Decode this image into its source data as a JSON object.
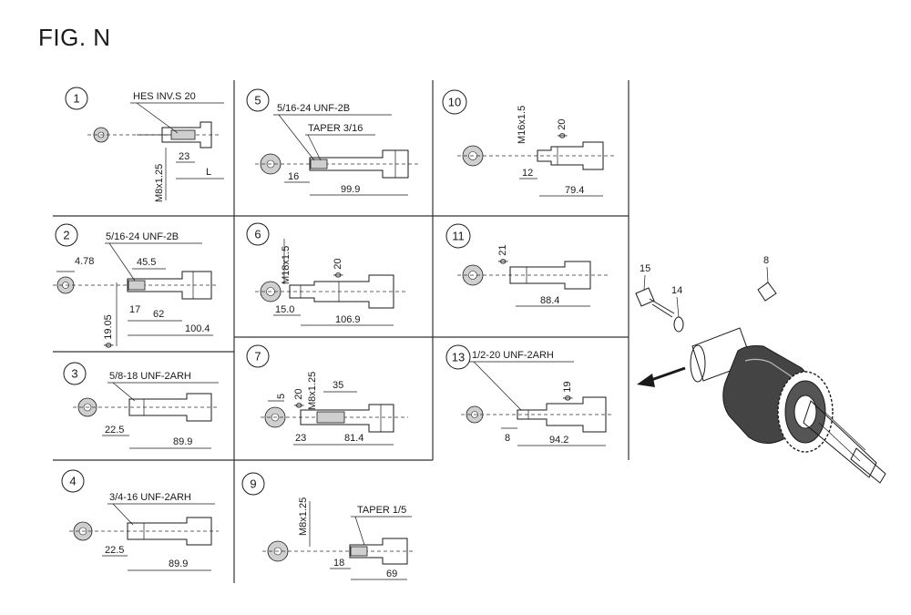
{
  "figure": {
    "title": "FIG. N"
  },
  "panels": {
    "p1": {
      "number": "1",
      "thread": "HES INV.S 20",
      "dim_a": "23",
      "dim_b": "L",
      "dim_v": "M8x1.25"
    },
    "p2": {
      "number": "2",
      "thread": "5/16-24 UNF-2B",
      "dim_dia": "4.78",
      "dim_a": "45.5",
      "dim_b": "17",
      "dim_c": "62",
      "dim_d": "100.4",
      "dim_v": "ϕ 19.05"
    },
    "p3": {
      "number": "3",
      "thread": "5/8-18 UNF-2ARH",
      "dim_a": "22.5",
      "dim_b": "89.9"
    },
    "p4": {
      "number": "4",
      "thread": "3/4-16 UNF-2ARH",
      "dim_a": "22.5",
      "dim_b": "89.9"
    },
    "p5": {
      "number": "5",
      "thread": "5/16-24 UNF-2B",
      "taper": "TAPER 3/16",
      "dim_a": "16",
      "dim_b": "99.9"
    },
    "p6": {
      "number": "6",
      "dim_v1": "M18x1.5",
      "dim_v2": "ϕ 20",
      "dim_a": "15.0",
      "dim_b": "106.9"
    },
    "p7": {
      "number": "7",
      "dim_s": "5",
      "dim_v1": "ϕ 20",
      "dim_v2": "M8x1.25",
      "dim_a": "35",
      "dim_b": "23",
      "dim_c": "81.4"
    },
    "p9": {
      "number": "9",
      "dim_v": "M8x1.25",
      "taper": "TAPER 1/5",
      "dim_a": "18",
      "dim_b": "69"
    },
    "p10": {
      "number": "10",
      "dim_v1": "M16x1.5",
      "dim_v2": "ϕ 20",
      "dim_a": "12",
      "dim_b": "79.4"
    },
    "p11": {
      "number": "11",
      "dim_v": "ϕ 21",
      "dim_a": "88.4"
    },
    "p13": {
      "number": "13",
      "thread": "1/2-20 UNF-2ARH",
      "dim_v": "ϕ 19",
      "dim_a": "8",
      "dim_b": "94.2"
    }
  },
  "assembly": {
    "callouts": [
      "15",
      "14",
      "8"
    ]
  }
}
